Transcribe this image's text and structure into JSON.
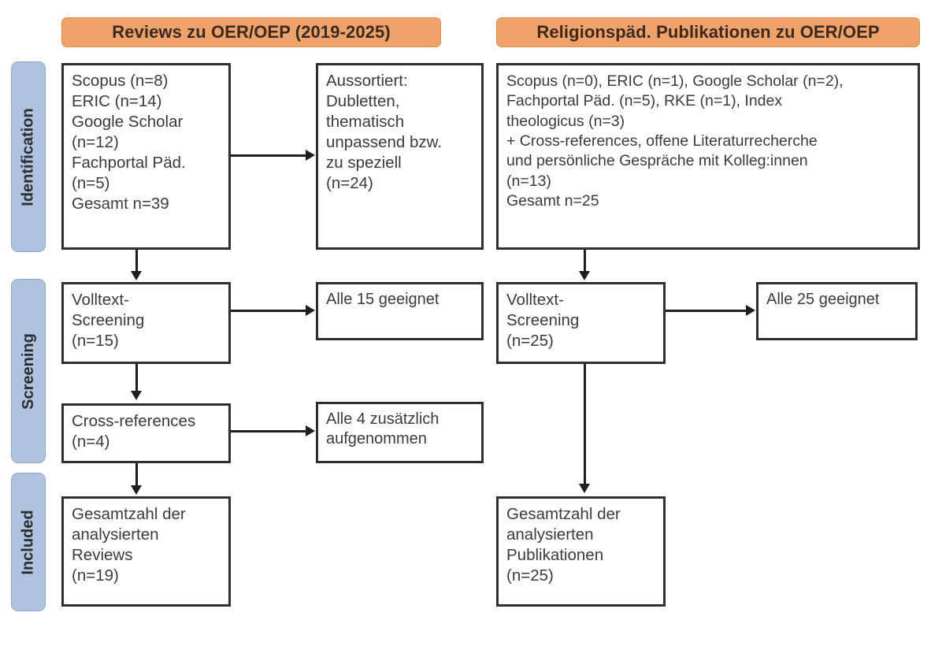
{
  "figure": {
    "type": "prisma-flow-diagram",
    "columns": [
      {
        "id": "left",
        "header": "Reviews zu OER/OEP (2019-2025)"
      },
      {
        "id": "right",
        "header": "Religionspäd. Publikationen zu OER/OEP"
      }
    ],
    "stages": [
      {
        "id": "identification",
        "label": "Identification"
      },
      {
        "id": "screening",
        "label": "Screening"
      },
      {
        "id": "included",
        "label": "Included"
      }
    ],
    "colors": {
      "header_fill": "#EFA269",
      "header_border": "#E08A4C",
      "stage_fill": "#AFC3E0",
      "stage_border": "#8FA6CC",
      "box_border": "#2F2F2F",
      "text": "#3B3B3B",
      "connector": "#1F1F1F",
      "background": "#FFFFFF"
    }
  },
  "left_column": {
    "identification_sources": "Scopus (n=8)\nERIC (n=14)\nGoogle Scholar\n(n=12)\nFachportal Päd.\n(n=5)\nGesamt n=39",
    "excluded": "Aussortiert:\nDubletten,\nthematisch\nunpassend bzw.\nzu speziell\n(n=24)",
    "fulltext_screening": "Volltext-\nScreening\n(n=15)",
    "fulltext_result": "Alle 15 geeignet",
    "cross_references": "Cross-references\n(n=4)",
    "cross_references_result": "Alle 4 zusätzlich\naufgenommen",
    "included_total": "Gesamtzahl der\nanalysierten\nReviews\n(n=19)"
  },
  "right_column": {
    "identification_sources": "Scopus (n=0), ERIC (n=1), Google Scholar (n=2),\nFachportal Päd. (n=5), RKE (n=1), Index\ntheologicus (n=3)\n+ Cross-references, offene Literaturrecherche\nund persönliche Gespräche mit Kolleg:innen\n(n=13)\nGesamt n=25",
    "fulltext_screening": "Volltext-\nScreening\n(n=25)",
    "fulltext_result": "Alle 25 geeignet",
    "included_total": "Gesamtzahl der\nanalysierten\nPublikationen\n(n=25)"
  }
}
